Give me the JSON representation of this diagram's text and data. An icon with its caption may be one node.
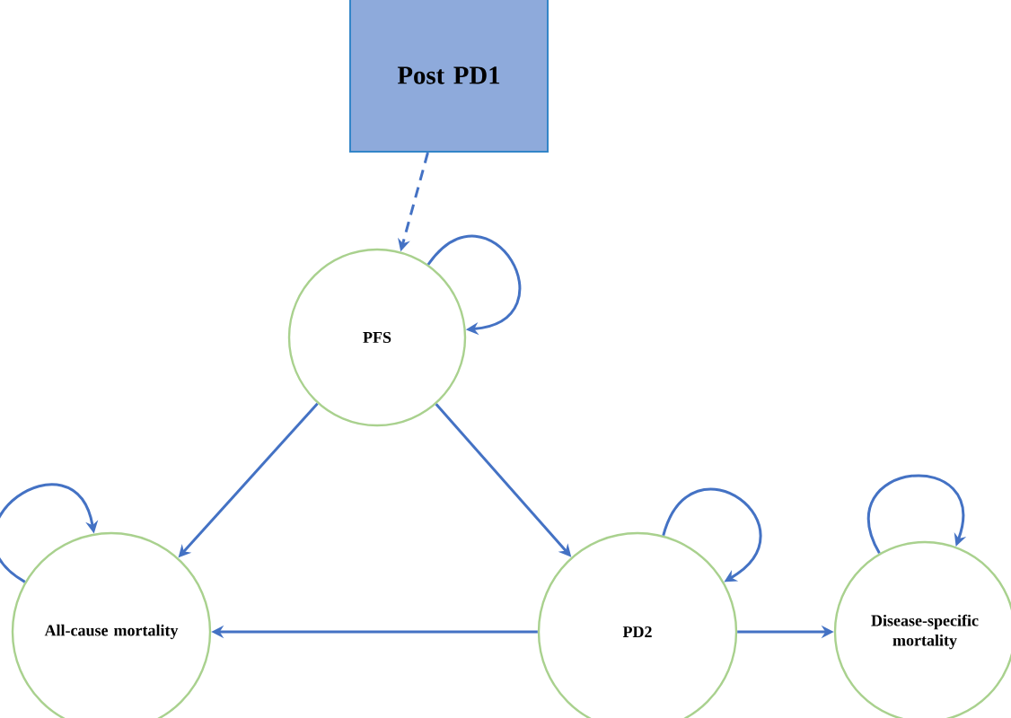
{
  "diagram": {
    "nodes": [
      {
        "text": [
          "Post PD1"
        ]
      },
      {
        "text": [
          "PFS"
        ]
      },
      {
        "text": [
          "All-cause mortality"
        ]
      },
      {
        "text": [
          "PD2"
        ]
      },
      {
        "text": [
          "Disease-specific mortality"
        ]
      }
    ],
    "edges": [
      {
        "from": 0,
        "to": 1,
        "arrow": "to",
        "style": "dashed"
      },
      {
        "from": 1,
        "to": 1,
        "arrow": "to"
      },
      {
        "from": 1,
        "to": 2,
        "arrow": "to"
      },
      {
        "from": 1,
        "to": 3,
        "arrow": "to"
      },
      {
        "from": 2,
        "to": 2,
        "arrow": "to"
      },
      {
        "from": 3,
        "to": 3,
        "arrow": "to"
      },
      {
        "from": 3,
        "to": 2,
        "arrow": "to"
      },
      {
        "from": 3,
        "to": 4,
        "arrow": "to"
      },
      {
        "from": 4,
        "to": 4,
        "arrow": "to"
      }
    ]
  }
}
